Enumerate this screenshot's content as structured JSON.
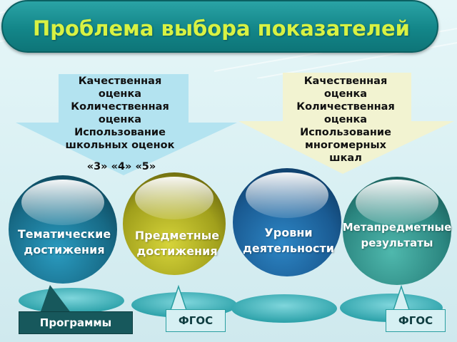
{
  "title": "Проблема выбора показателей",
  "left_arrow": {
    "lines": [
      "Качественная",
      "оценка",
      "Количественная",
      "оценка",
      "Использование",
      "школьных оценок"
    ],
    "scale": "«3» «4» «5»"
  },
  "right_arrow": {
    "lines": [
      "Качественная",
      "оценка",
      "Количественная",
      "оценка",
      "Использование",
      "многомерных",
      "шкал"
    ]
  },
  "spheres": [
    {
      "label_lines": [
        "Тематические",
        "достижения"
      ],
      "color": "#1e6f86"
    },
    {
      "label_lines": [
        "Предметные",
        "достижения"
      ],
      "color": "#a7a520"
    },
    {
      "label_lines": [
        "Уровни",
        "деятельности"
      ],
      "color": "#1c5f99"
    },
    {
      "label_lines": [
        "Метапредметные",
        "результаты"
      ],
      "color": "#2f8c86"
    }
  ],
  "tags": {
    "programs": "Программы",
    "fgos_1": "ФГОС",
    "fgos_2": "ФГОС"
  },
  "colors": {
    "title_bg": "#138689",
    "title_text": "#d8f243",
    "left_arrow": "#aee1ef",
    "right_arrow": "#f2f2cf"
  }
}
